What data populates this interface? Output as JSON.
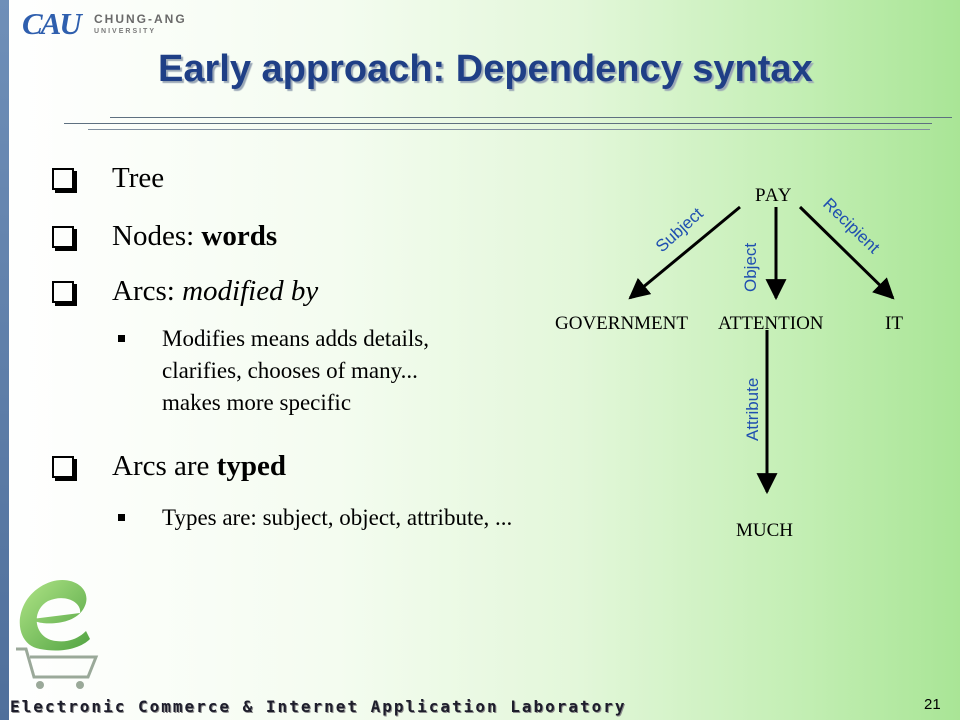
{
  "header": {
    "logo_mark": "CAU",
    "logo_name": "CHUNG-ANG",
    "logo_sub": "UNIVERSITY"
  },
  "slide": {
    "title": "Early approach: Dependency syntax",
    "bullets": [
      {
        "prefix": "Tree",
        "em": "",
        "em_style": ""
      },
      {
        "prefix": "Nodes: ",
        "em": "words",
        "em_style": "bold"
      },
      {
        "prefix": "Arcs: ",
        "em": "modified by",
        "em_style": "italic"
      },
      {
        "prefix": "Arcs are ",
        "em": "typed",
        "em_style": "bold"
      }
    ],
    "sub_bullet_1": {
      "lines": [
        "Modifies means adds details,",
        "clarifies, chooses of many...",
        "makes more specific"
      ]
    },
    "sub_bullet_2": {
      "lines": [
        "Types are: subject, object, attribute, ..."
      ]
    }
  },
  "diagram": {
    "nodes": {
      "pay": "PAY",
      "government": "GOVERNMENT",
      "attention": "ATTENTION",
      "it": "IT",
      "much": "MUCH"
    },
    "arc_labels": {
      "subject": "Subject",
      "object": "Object",
      "recipient": "Recipient",
      "attribute": "Attribute"
    }
  },
  "footer": {
    "lab_name": "Electronic Commerce & Internet Application Laboratory",
    "page_number": "21"
  },
  "colors": {
    "title": "#1f3f86",
    "arc_label": "#1f4fb0",
    "background_accent": "#a9e596"
  }
}
